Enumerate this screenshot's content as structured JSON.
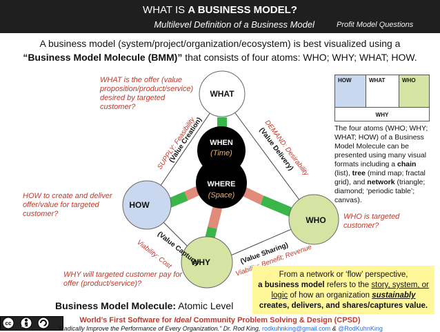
{
  "header": {
    "title_prefix": "WHAT IS ",
    "title_bold": "A BUSINESS MODEL?",
    "subtitle": "Multilevel Definition of a Business Model",
    "questions_link": "Profit Model Questions"
  },
  "intro": {
    "line1": "A business model (system/project/organization/ecosystem) is best visualized using a",
    "line2_bold": "“Business Model Molecule (BMM)”",
    "line2_rest": " that consists of four atoms: WHO; WHY; WHAT; HOW."
  },
  "atoms": {
    "what": "WHAT",
    "how": "HOW",
    "who": "WHO",
    "why": "WHY",
    "when": "WHEN",
    "when_sub": "(Time)",
    "where": "WHERE",
    "where_sub": "(Space)"
  },
  "questions": {
    "what": "WHAT is the offer (value proposition/product/service) desired by targeted customer?",
    "how": "HOW to create and deliver offer/value for targeted customer?",
    "who": "WHO is targeted customer?",
    "why": "WHY will targeted customer pay for offer (product/service)?"
  },
  "bond_labels": {
    "supply": "SUPPLY: Feasibility",
    "creation": "(Value Creation)",
    "demand": "DEMAND: Desirability",
    "delivery": "(Value Delivery)",
    "capture": "(Value Capture)",
    "viability_cost": "Viability: Cost",
    "sharing": "(Value Sharing)",
    "viability_benefit": "Viability: Benefit; Revenue"
  },
  "grid": {
    "how": "HOW",
    "what": "WHAT",
    "who": "WHO",
    "why": "WHY"
  },
  "description": {
    "p1": "The four atoms (WHO; WHY; WHAT; HOW) of a Business Model Molecule can be presented using many visual formats including a ",
    "chain": "chain",
    "p2": " (list), ",
    "tree": "tree",
    "p3": " (mind map; fractal grid), and ",
    "network": "network",
    "p4": " (triangle; diamond; ‘periodic table’; canvas)."
  },
  "bmm_label": {
    "bold": "Business Model Molecule:",
    "rest": " Atomic Level"
  },
  "network_box": {
    "t1": "From a network or ‘flow’ perspective,",
    "t2": "a business model",
    "t3": " refers to the ",
    "t4": "story, system, or logic",
    "t5": " of how an organization ",
    "t6": "sustainably",
    "t7": " creates, delivers, and shares/captures value."
  },
  "footer": {
    "line1_a": "World’s First Software for ",
    "line1_ideal": "Ideal",
    "line1_b": " Community Problem Solving & Design (CPSD)",
    "line2_quote": "“Radically Improve the Performance of Every Organization.” Dr. Rod King, ",
    "email": "rodkuhnking@gmail.com",
    "amp": " & ",
    "handle": "@RodKuhnKing"
  },
  "license": {
    "by": "BY",
    "sa": "SA"
  },
  "colors": {
    "header_bg": "#1f1f1f",
    "accent_red": "#c0392b",
    "green_bond": "#39b54a",
    "salmon_bond": "#e38b7a",
    "atom_green": "#d6e4a3",
    "atom_blue": "#c9d8ee",
    "highlight_yellow": "#fff79a"
  }
}
